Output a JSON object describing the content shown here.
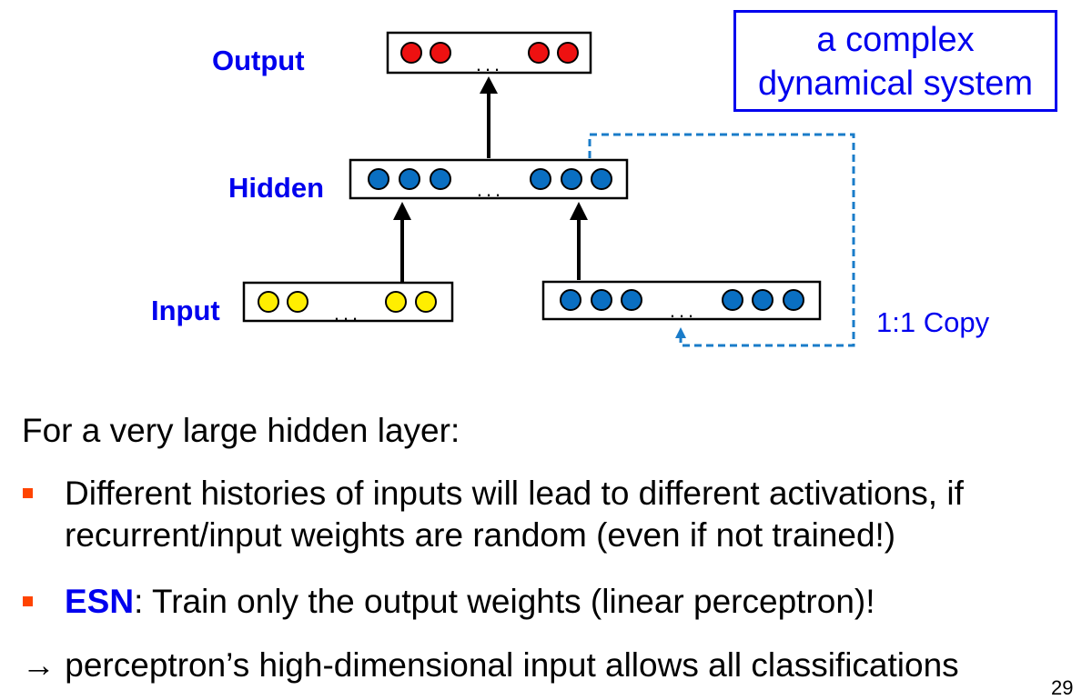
{
  "diagram": {
    "labels": {
      "output": "Output",
      "hidden": "Hidden",
      "input": "Input"
    },
    "callout": {
      "line1": "a complex",
      "line2": "dynamical system"
    },
    "copy_label": "1:1 Copy",
    "ellipsis": "...",
    "colors": {
      "output_unit": "#ee1111",
      "hidden_unit": "#0a6fc2",
      "input_unit": "#ffee00",
      "copy_arrow": "#1a7cc9",
      "label": "#0000ee"
    },
    "layers": {
      "output_units": 4,
      "hidden_units": 6,
      "input_units": 4,
      "context_units": 6
    }
  },
  "text": {
    "intro": "For a very large hidden layer:",
    "bullet1_line1": "Different histories of inputs will lead to different activations, if",
    "bullet1_line2": "recurrent/input weights are random (even if not trained!)",
    "bullet2_bold": "ESN",
    "bullet2_rest": ": Train only the output weights (linear perceptron)!",
    "conclusion": "→ perceptron’s high-dimensional input allows all classifications",
    "bullet_color": "#ff4400"
  },
  "page_number": "29"
}
